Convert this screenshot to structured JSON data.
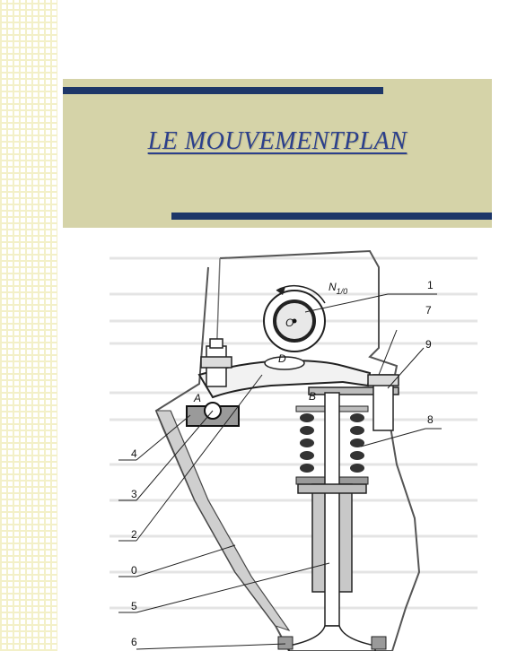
{
  "slide": {
    "title": "LE MOUVEMENTPLAN"
  },
  "diagram": {
    "labels": {
      "force": "N",
      "force_sub": "1/0",
      "point_o": "O",
      "point_d": "D",
      "point_a": "A",
      "point_b": "B",
      "n1": "1",
      "n7": "7",
      "n9": "9",
      "n8": "8",
      "n4": "4",
      "n3": "3",
      "n2": "2",
      "n0": "0",
      "n5": "5",
      "n6": "6"
    }
  },
  "colors": {
    "title_box": "#d5d3a8",
    "bars": "#1d3668",
    "title_text": "#2b3f8c"
  }
}
